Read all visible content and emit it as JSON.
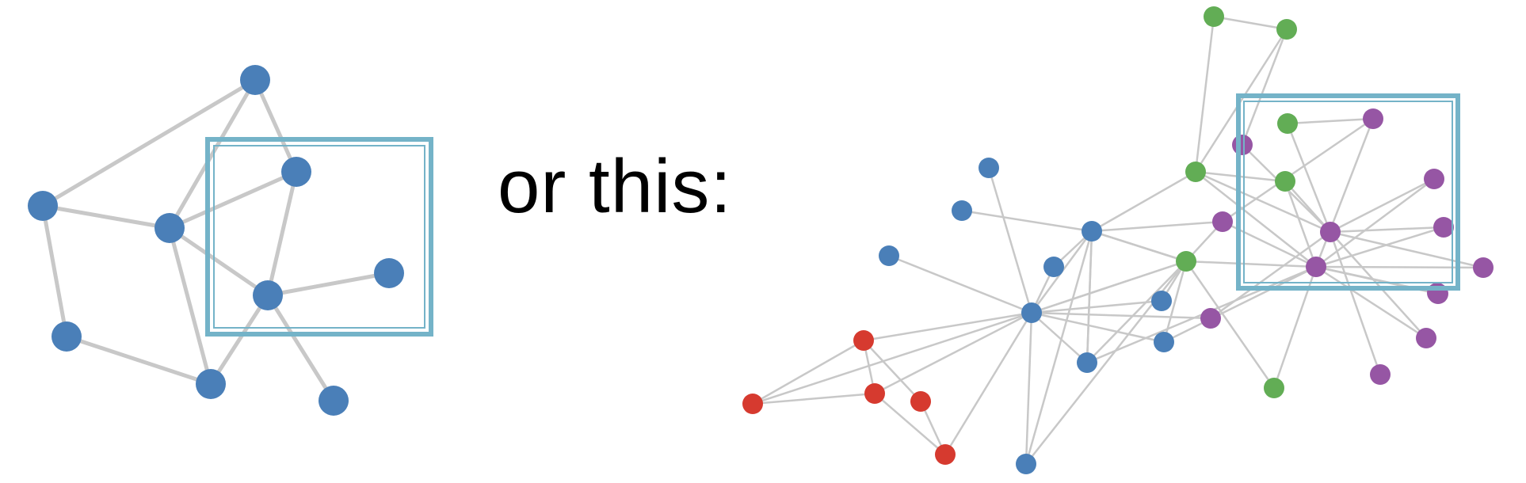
{
  "caption": "or this:",
  "colors": {
    "edge": "#c8c8c8",
    "selection": "#74b3c8",
    "blue": "#4a7fb8",
    "green": "#62ad55",
    "purple": "#9656a4",
    "red": "#d63a2f"
  },
  "left_graph": {
    "nodes": [
      {
        "id": "n1",
        "color": "blue"
      },
      {
        "id": "n2",
        "color": "blue"
      },
      {
        "id": "n3",
        "color": "blue"
      },
      {
        "id": "n4",
        "color": "blue"
      },
      {
        "id": "n5",
        "color": "blue"
      },
      {
        "id": "n6",
        "color": "blue"
      },
      {
        "id": "n7",
        "color": "blue"
      },
      {
        "id": "n8",
        "color": "blue"
      },
      {
        "id": "n9",
        "color": "blue"
      }
    ],
    "edges": [
      [
        "n1",
        "n2"
      ],
      [
        "n1",
        "n3"
      ],
      [
        "n1",
        "n4"
      ],
      [
        "n2",
        "n3"
      ],
      [
        "n2",
        "n5"
      ],
      [
        "n3",
        "n4"
      ],
      [
        "n3",
        "n6"
      ],
      [
        "n3",
        "n7"
      ],
      [
        "n4",
        "n6"
      ],
      [
        "n6",
        "n8"
      ],
      [
        "n6",
        "n7"
      ],
      [
        "n6",
        "n9"
      ],
      [
        "n5",
        "n7"
      ]
    ]
  },
  "right_graph": {
    "nodes": [
      {
        "id": "g1",
        "color": "green"
      },
      {
        "id": "g2",
        "color": "green"
      },
      {
        "id": "g3",
        "color": "green"
      },
      {
        "id": "g4",
        "color": "green"
      },
      {
        "id": "g5",
        "color": "green"
      },
      {
        "id": "g6",
        "color": "green"
      },
      {
        "id": "g7",
        "color": "green"
      },
      {
        "id": "p1",
        "color": "purple"
      },
      {
        "id": "p2",
        "color": "purple"
      },
      {
        "id": "p3",
        "color": "purple"
      },
      {
        "id": "p4",
        "color": "purple"
      },
      {
        "id": "p5",
        "color": "purple"
      },
      {
        "id": "p6",
        "color": "purple"
      },
      {
        "id": "p7",
        "color": "purple"
      },
      {
        "id": "p8",
        "color": "purple"
      },
      {
        "id": "p9",
        "color": "purple"
      },
      {
        "id": "p10",
        "color": "purple"
      },
      {
        "id": "p11",
        "color": "purple"
      },
      {
        "id": "p12",
        "color": "purple"
      },
      {
        "id": "p13",
        "color": "purple"
      },
      {
        "id": "b1",
        "color": "blue"
      },
      {
        "id": "b2",
        "color": "blue"
      },
      {
        "id": "b3",
        "color": "blue"
      },
      {
        "id": "b4",
        "color": "blue"
      },
      {
        "id": "b5",
        "color": "blue"
      },
      {
        "id": "b6",
        "color": "blue"
      },
      {
        "id": "b7",
        "color": "blue"
      },
      {
        "id": "b8",
        "color": "blue"
      },
      {
        "id": "b9",
        "color": "blue"
      },
      {
        "id": "b10",
        "color": "blue"
      },
      {
        "id": "r1",
        "color": "red"
      },
      {
        "id": "r2",
        "color": "red"
      },
      {
        "id": "r3",
        "color": "red"
      },
      {
        "id": "r4",
        "color": "red"
      },
      {
        "id": "r5",
        "color": "red"
      }
    ],
    "edges": [
      [
        "g1",
        "g2"
      ],
      [
        "g1",
        "g4"
      ],
      [
        "g2",
        "p2"
      ],
      [
        "g2",
        "g4"
      ],
      [
        "g3",
        "p1"
      ],
      [
        "g3",
        "p6"
      ],
      [
        "g4",
        "b5"
      ],
      [
        "g4",
        "p6"
      ],
      [
        "g4",
        "p7"
      ],
      [
        "g4",
        "g5"
      ],
      [
        "g5",
        "p6"
      ],
      [
        "g5",
        "p7"
      ],
      [
        "g6",
        "b5"
      ],
      [
        "g6",
        "p5"
      ],
      [
        "g6",
        "b6"
      ],
      [
        "g6",
        "p7"
      ],
      [
        "g6",
        "g7"
      ],
      [
        "g6",
        "b7"
      ],
      [
        "p1",
        "p5"
      ],
      [
        "p1",
        "p7"
      ],
      [
        "p2",
        "p6"
      ],
      [
        "p3",
        "p7"
      ],
      [
        "p3",
        "p6"
      ],
      [
        "p4",
        "p7"
      ],
      [
        "p4",
        "p6"
      ],
      [
        "p5",
        "p7"
      ],
      [
        "p7",
        "p10"
      ],
      [
        "p7",
        "p11"
      ],
      [
        "p7",
        "p13"
      ],
      [
        "p6",
        "p12"
      ],
      [
        "p6",
        "p9"
      ],
      [
        "p6",
        "p8"
      ],
      [
        "p6",
        "p11"
      ],
      [
        "p8",
        "p7"
      ],
      [
        "g7",
        "p7"
      ],
      [
        "b1",
        "b6"
      ],
      [
        "b2",
        "b5"
      ],
      [
        "b3",
        "b6"
      ],
      [
        "b4",
        "b6"
      ],
      [
        "b5",
        "b6"
      ],
      [
        "b5",
        "b10"
      ],
      [
        "b5",
        "b8"
      ],
      [
        "b5",
        "g6"
      ],
      [
        "b5",
        "p5"
      ],
      [
        "b5",
        "b4"
      ],
      [
        "b6",
        "b8"
      ],
      [
        "b6",
        "b9"
      ],
      [
        "b6",
        "b10"
      ],
      [
        "b6",
        "b7"
      ],
      [
        "b6",
        "p9"
      ],
      [
        "b6",
        "g6"
      ],
      [
        "b6",
        "r1"
      ],
      [
        "b6",
        "r3"
      ],
      [
        "b6",
        "r5"
      ],
      [
        "b6",
        "r2"
      ],
      [
        "b8",
        "g6"
      ],
      [
        "b8",
        "p7"
      ],
      [
        "b8",
        "b5"
      ],
      [
        "b9",
        "p7"
      ],
      [
        "b9",
        "g6"
      ],
      [
        "b10",
        "g6"
      ],
      [
        "r1",
        "r3"
      ],
      [
        "r1",
        "r4"
      ],
      [
        "r1",
        "r2"
      ],
      [
        "r2",
        "r3"
      ],
      [
        "r3",
        "r5"
      ],
      [
        "r4",
        "r5"
      ]
    ]
  }
}
